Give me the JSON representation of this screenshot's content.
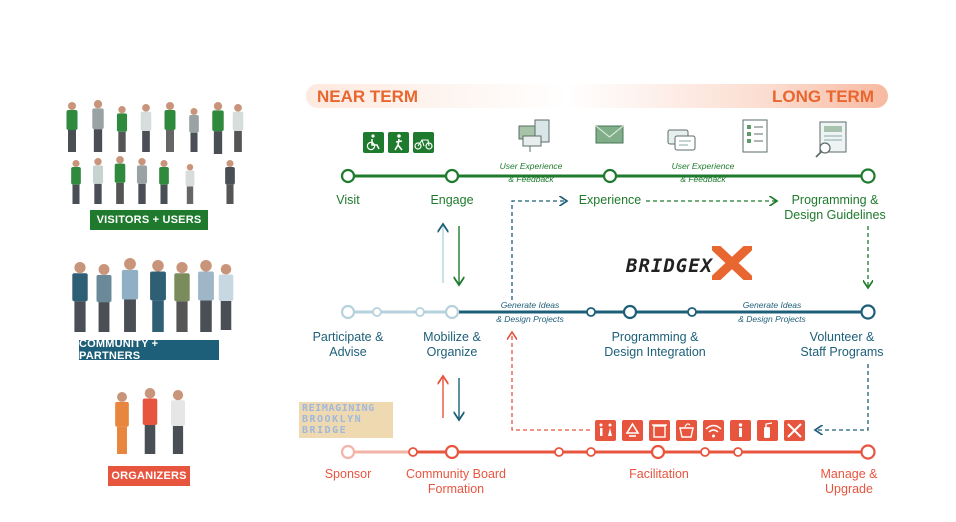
{
  "terms": {
    "near": "NEAR TERM",
    "long": "LONG TERM"
  },
  "bands": {
    "visitors": {
      "label": "VISITORS + USERS",
      "color": "#1f7a2e"
    },
    "community": {
      "label": "COMMUNITY + PARTNERS",
      "color": "#1d5f78"
    },
    "organizers": {
      "label": "ORGANIZERS",
      "color": "#e8553f"
    }
  },
  "rows": {
    "visitors": {
      "color": "#1e7a2c",
      "nodes": [
        "Visit",
        "Engage",
        "Experience",
        "Programming &\nDesign Guidelines"
      ],
      "notes": [
        "User Experience\n& Feedback",
        "User Experience\n& Feedback"
      ]
    },
    "community": {
      "color": "#1d5f78",
      "nodes": [
        "Participate &\nAdvise",
        "Mobilize &\nOrganize",
        "Programming &\nDesign Integration",
        "Volunteer &\nStaff Programs"
      ],
      "notes": [
        "Generate Ideas\n& Design Projects",
        "Generate Ideas\n& Design Projects"
      ]
    },
    "organizers": {
      "color": "#e8553f",
      "nodes": [
        "Sponsor",
        "Community Board\nFormation",
        "Facilitation",
        "Manage &\nUpgrade"
      ]
    }
  },
  "logos": {
    "bridgex": "BRIDGEX",
    "reimagining": [
      "REIMAGINING",
      "BROOKLYN",
      "BRIDGE"
    ]
  },
  "icons": {
    "access": [
      "wheelchair-icon",
      "pedestrian-icon",
      "bicycle-icon"
    ],
    "experience": [
      "kiosk-screens-icon",
      "envelope-icon",
      "chat-bubbles-icon",
      "checklist-icon",
      "newspaper-search-icon"
    ],
    "amenities": [
      "restroom-icon",
      "recycling-icon",
      "trash-can-icon",
      "water-fountain-icon",
      "wifi-icon",
      "information-icon",
      "fire-extinguisher-icon",
      "tools-icon"
    ]
  }
}
